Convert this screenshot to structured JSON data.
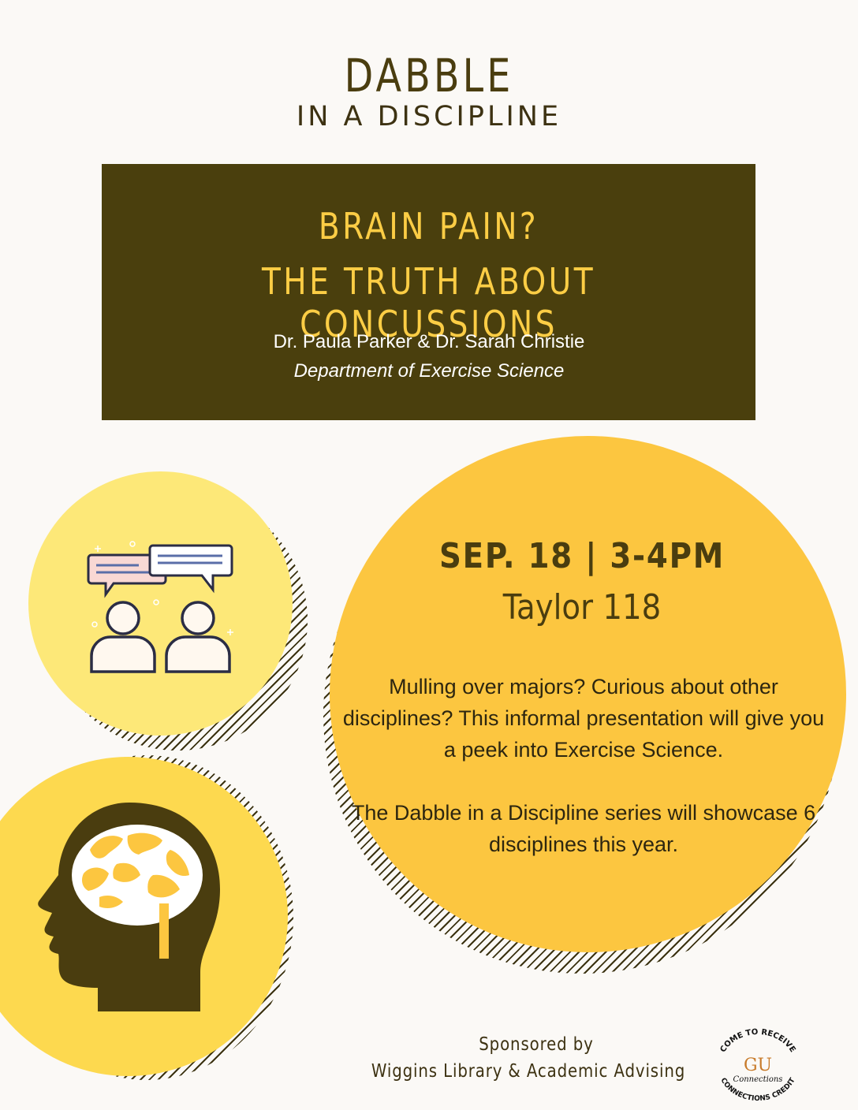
{
  "header": {
    "title": "DABBLE",
    "subtitle": "IN A DISCIPLINE"
  },
  "banner": {
    "line1": "BRAIN PAIN?",
    "line2": "THE TRUTH ABOUT CONCUSSIONS",
    "speakers": "Dr. Paula Parker & Dr. Sarah Christie",
    "department": "Department of Exercise Science"
  },
  "event": {
    "date_time": "SEP. 18 | 3-4PM",
    "location": "Taylor 118",
    "description1": "Mulling over majors? Curious about other disciplines? This informal presentation will give you a peek into Exercise Science.",
    "description2": "The Dabble in a Discipline series will showcase 6 disciplines this year."
  },
  "footer": {
    "sponsor_label": "Sponsored by",
    "sponsor_names": "Wiggins Library & Academic Advising"
  },
  "badge": {
    "top_text": "COME TO RECEIVE",
    "monogram": "GU",
    "middle_text": "Connections",
    "bottom_text": "CONNECTIONS CREDIT"
  },
  "colors": {
    "dark_olive": "#4a3f0d",
    "banner_text": "#fccd45",
    "big_circle": "#fcc640",
    "small_circle": "#fde878",
    "head_circle": "#fdd94f",
    "background": "#fbf9f6"
  },
  "icons": [
    "conversation-icon",
    "brain-head-icon"
  ]
}
